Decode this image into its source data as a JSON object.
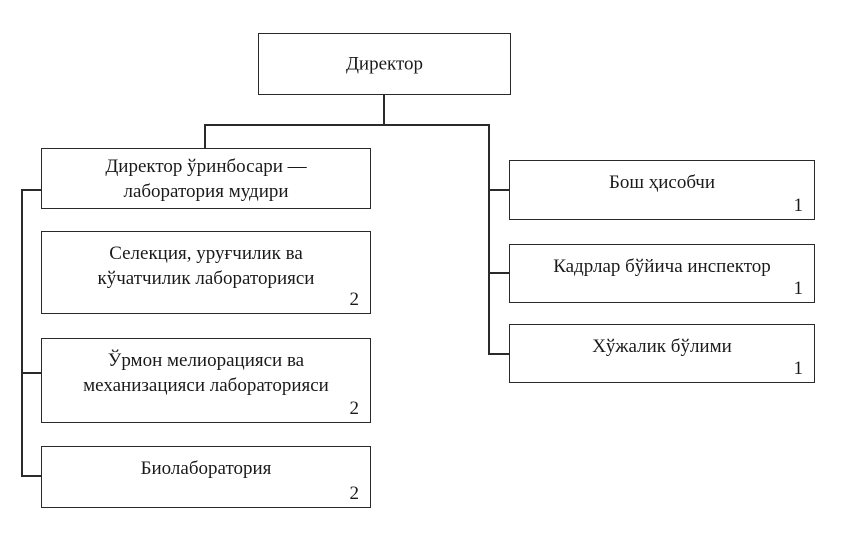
{
  "org_chart": {
    "root": {
      "label": "Директор"
    },
    "left_branch": {
      "head": {
        "line1": "Директор ўринбосари —",
        "line2": "лаборатория мудири"
      },
      "items": [
        {
          "line1": "Селекция, уруғчилик ва",
          "line2": "кўчатчилик лабораторияси",
          "count": "2"
        },
        {
          "line1": "Ўрмон мелиорацияси ва",
          "line2": "механизацияси лабораторияси",
          "count": "2"
        },
        {
          "line1": "Биолаборатория",
          "line2": "",
          "count": "2"
        }
      ]
    },
    "right_branch": {
      "items": [
        {
          "label": "Бош ҳисобчи",
          "count": "1"
        },
        {
          "label": "Кадрлар бўйича инспектор",
          "count": "1"
        },
        {
          "label": "Хўжалик бўлими",
          "count": "1"
        }
      ]
    },
    "colors": {
      "line": "#2a2a2a",
      "text": "#1a1a1a",
      "background": "#ffffff"
    }
  }
}
